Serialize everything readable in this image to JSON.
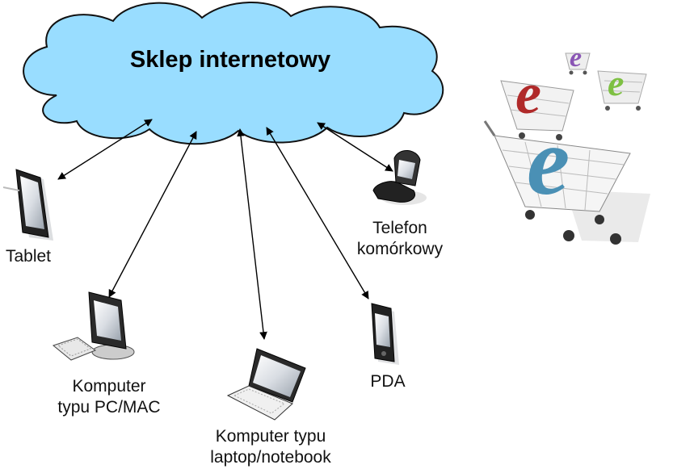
{
  "cloud": {
    "label": "Sklep internetowy",
    "fill": "#99ddff"
  },
  "devices": [
    {
      "id": "tablet",
      "label": "Tablet"
    },
    {
      "id": "desktop",
      "label_line1": "Komputer",
      "label_line2": "typu PC/MAC"
    },
    {
      "id": "laptop",
      "label_line1": "Komputer typu",
      "label_line2": "laptop/notebook"
    },
    {
      "id": "pda",
      "label": "PDA"
    },
    {
      "id": "phone",
      "label_line1": "Telefon",
      "label_line2": "komórkowy"
    }
  ],
  "ecart": {
    "letters": [
      "e",
      "e",
      "e",
      "e"
    ],
    "letter_colors": [
      "#8a55b5",
      "#7ec043",
      "#b02a2a",
      "#4a90b5"
    ],
    "icon": "shopping-cart-icon"
  }
}
